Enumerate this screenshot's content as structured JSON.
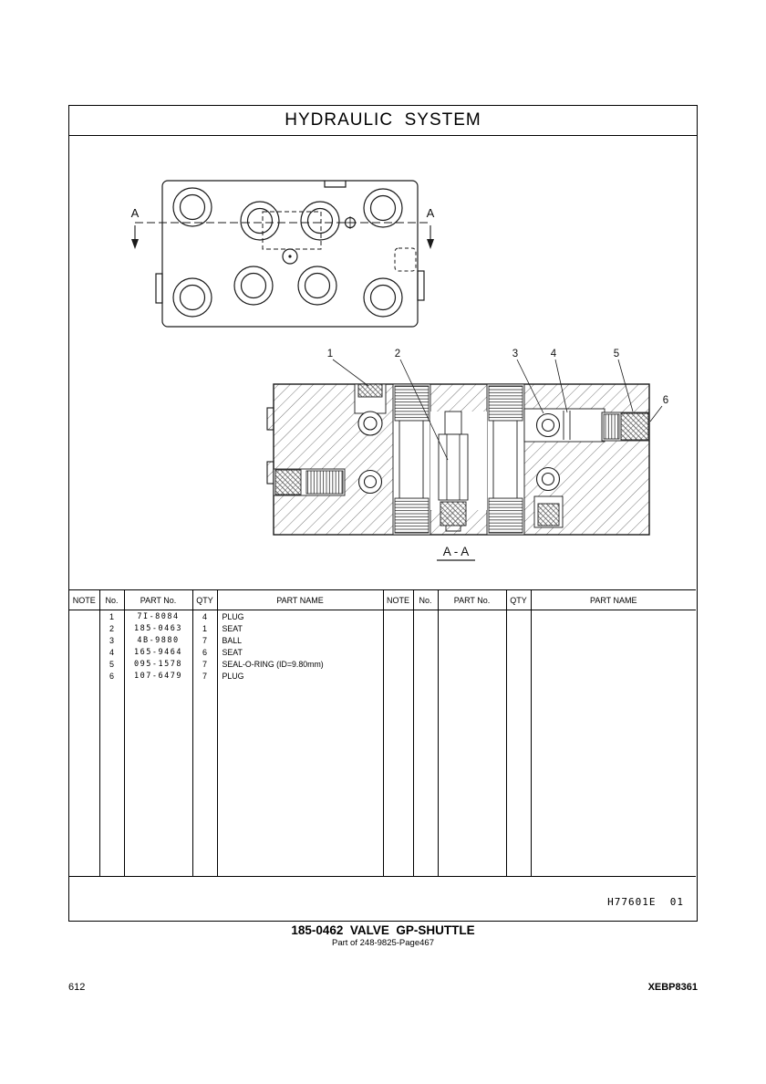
{
  "page": {
    "title": "HYDRAULIC  SYSTEM",
    "doc_code": "H77601E  01",
    "part_title": "185-0462  VALVE  GP-SHUTTLE",
    "part_subtitle": "Part of 248-9825-Page467",
    "page_number": "612",
    "book_code": "XEBP8361"
  },
  "drawing": {
    "section_arrow_left": "A",
    "section_arrow_right": "A",
    "section_title": "A - A",
    "callouts": {
      "c1": "1",
      "c2": "2",
      "c3": "3",
      "c4": "4",
      "c5": "5",
      "c6": "6"
    }
  },
  "table": {
    "headers": {
      "note": "NOTE",
      "no": "No.",
      "part_no": "PART No.",
      "qty": "QTY",
      "part_name": "PART NAME"
    },
    "rows": [
      {
        "no": "1",
        "part_no": "7I-8084",
        "qty": "4",
        "name": "PLUG"
      },
      {
        "no": "2",
        "part_no": "185-0463",
        "qty": "1",
        "name": "SEAT"
      },
      {
        "no": "3",
        "part_no": "4B-9880",
        "qty": "7",
        "name": "BALL"
      },
      {
        "no": "4",
        "part_no": "165-9464",
        "qty": "6",
        "name": "SEAT"
      },
      {
        "no": "5",
        "part_no": "095-1578",
        "qty": "7",
        "name": "SEAL-O-RING (ID=9.80mm)"
      },
      {
        "no": "6",
        "part_no": "107-6479",
        "qty": "7",
        "name": "PLUG"
      }
    ]
  }
}
